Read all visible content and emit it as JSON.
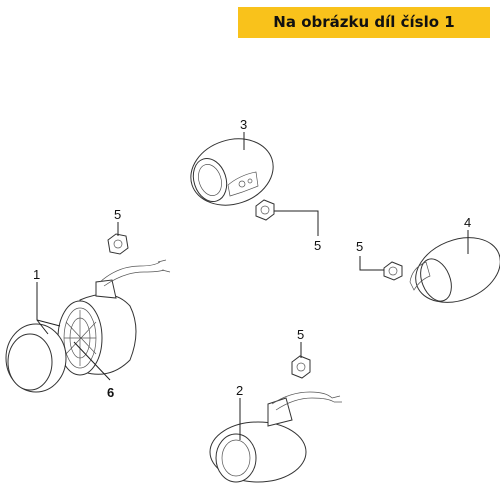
{
  "banner": {
    "text": "Na obrázku díl číslo 1",
    "color": "#f9c21b"
  },
  "callouts": {
    "c1": "1",
    "c2": "2",
    "c3": "3",
    "c4": "4",
    "c5a": "5",
    "c5b": "5",
    "c5c": "5",
    "c5d": "5",
    "c6": "6"
  }
}
